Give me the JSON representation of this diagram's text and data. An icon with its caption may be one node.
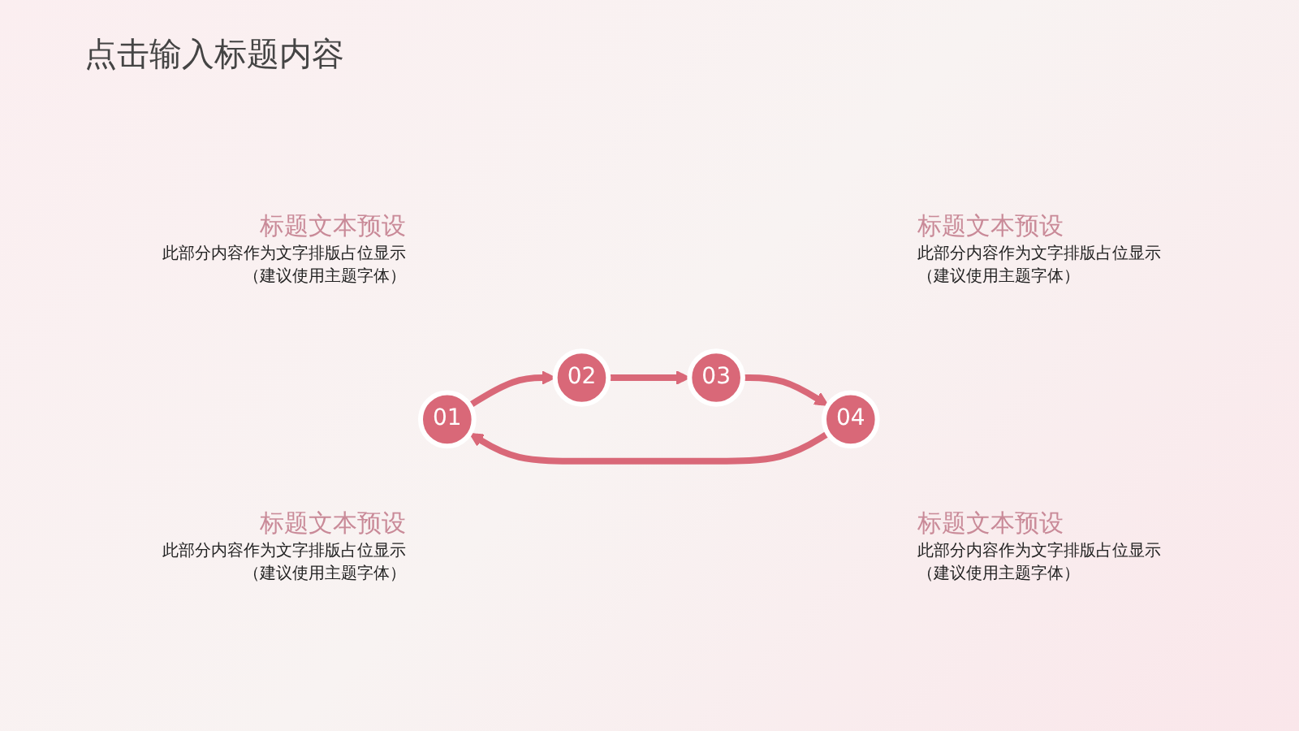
{
  "diagram": {
    "title": "点击输入标题内容",
    "nodes": [
      {
        "text": [
          "01"
        ]
      },
      {
        "text": [
          "02"
        ]
      },
      {
        "text": [
          "03"
        ]
      },
      {
        "text": [
          "04"
        ]
      }
    ],
    "edges": [
      {
        "from": 0,
        "to": 1,
        "arrow": "to"
      },
      {
        "from": 1,
        "to": 2,
        "arrow": "to"
      },
      {
        "from": 2,
        "to": 3,
        "arrow": "to"
      },
      {
        "from": 3,
        "to": 0,
        "arrow": "to"
      }
    ],
    "labels": [
      "标题文本预设",
      "此部分内容作为文字排版占位显示",
      "（建议使用主题字体）",
      "标题文本预设",
      "此部分内容作为文字排版占位显示",
      "（建议使用主题字体）",
      "标题文本预设",
      "此部分内容作为文字排版占位显示",
      "（建议使用主题字体）",
      "标题文本预设",
      "此部分内容作为文字排版占位显示",
      "（建议使用主题字体）"
    ]
  }
}
